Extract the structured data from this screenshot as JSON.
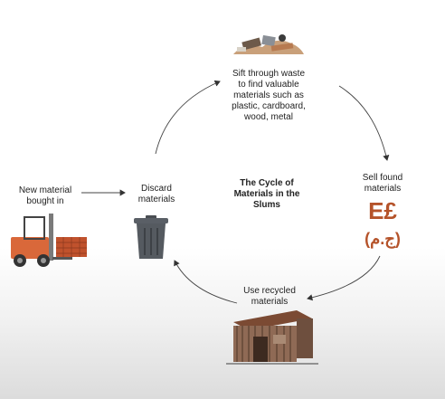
{
  "diagram": {
    "title": "The Cycle of\nMaterials in the\nSlums",
    "steps": {
      "sift": "Sift through waste\nto find valuable\nmaterials such as\nplastic, cardboard,\nwood, metal",
      "sell": "Sell found\nmaterials",
      "use": "Use recycled\nmaterials",
      "discard": "Discard\nmaterials",
      "new": "New material\nbought in"
    },
    "currency": {
      "symbol": "E£",
      "arabic": "(ج.م)"
    }
  },
  "colors": {
    "currency": "#b5532a",
    "arrow": "#333333",
    "forklift": "#d9683a",
    "bin": "#555a60"
  }
}
